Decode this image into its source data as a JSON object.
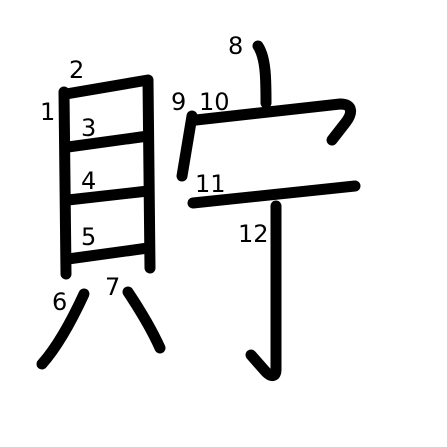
{
  "diagram": {
    "character": "貯",
    "stroke_color": "#000000",
    "background_color": "#ffffff",
    "stroke_labels": [
      "1",
      "2",
      "3",
      "4",
      "5",
      "6",
      "7",
      "8",
      "9",
      "10",
      "11",
      "12"
    ]
  }
}
